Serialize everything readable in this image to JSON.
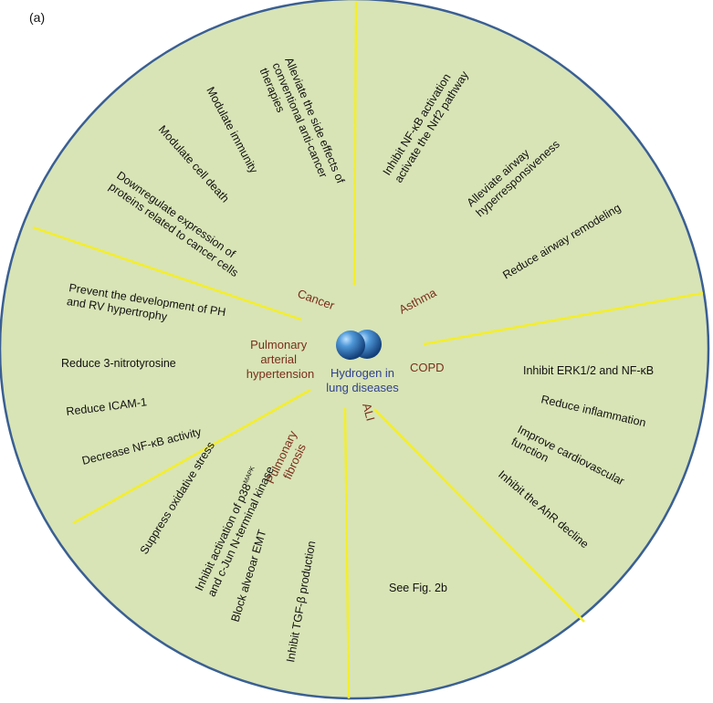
{
  "panel_label": "(a)",
  "center": {
    "line1": "Hydrogen in",
    "line2": "lung diseases"
  },
  "categories": {
    "cancer": "Cancer",
    "asthma": "Asthma",
    "copd": "COPD",
    "ali": "ALI",
    "pulmonary_fibrosis": [
      "Pulmonary",
      "fibrosis"
    ],
    "pulmonary_arterial_hypertension": [
      "Pulmonary",
      "arterial",
      "hypertension"
    ]
  },
  "effects": {
    "cancer": [
      [
        "Alleviate the side effects of",
        "conventional anti-cancer",
        "therapies"
      ],
      [
        "Modulate immunity"
      ],
      [
        "Modulate cell death"
      ],
      [
        "Downregulate expression of",
        "proteins related to cancer cells"
      ]
    ],
    "asthma": [
      [
        "Inhibit NF-κB activation",
        "activate the Nrf2 pathway"
      ],
      [
        "Alleviate airway",
        "hyperresponsiveness"
      ],
      [
        "Reduce airway remodeling"
      ]
    ],
    "copd": [
      [
        "Inhibit ERK1/2 and NF-κB"
      ],
      [
        "Reduce inflammation"
      ],
      [
        "Improve cardiovascular",
        "function"
      ],
      [
        "Inhibit the AhR decline"
      ]
    ],
    "ali": [
      [
        "See Fig. 2b"
      ]
    ],
    "pulmonary_fibrosis": [
      [
        "Suppress oxidative stress"
      ],
      [
        "Inhibit activation of p38",
        "and c-Jun N-terminal kinase"
      ],
      [
        "Block alveoar EMT"
      ],
      [
        "Inhibit TGF-β production"
      ]
    ],
    "pulmonary_arterial_hypertension": [
      [
        "Prevent the development of PH",
        "and RV hypertrophy"
      ],
      [
        "Reduce 3-nitrotyrosine"
      ],
      [
        "Reduce ICAM-1"
      ],
      [
        "Decrease NF-κB activity"
      ]
    ],
    "p38_superscript": "MAPK"
  },
  "colors": {
    "disc_fill": "#d8e4b6",
    "disc_border": "#3a5f93",
    "divider": "#f4ee2a",
    "category_text": "#7a2e1c",
    "center_text": "#2f3f8f",
    "sphere": "#3b7fc4"
  }
}
